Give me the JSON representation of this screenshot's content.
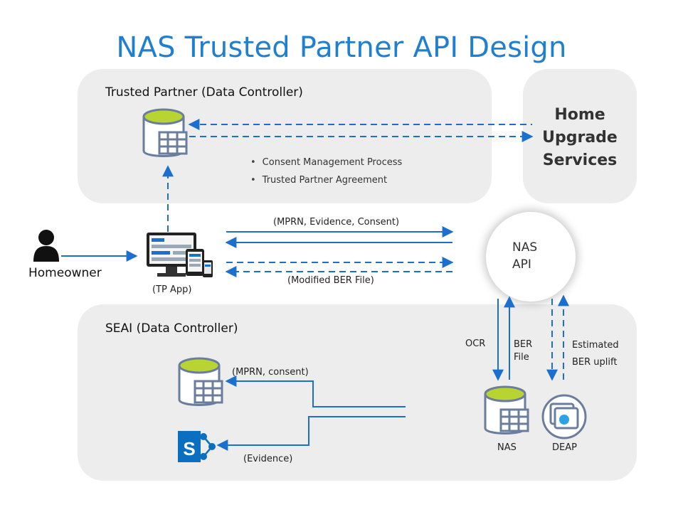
{
  "title": "NAS Trusted Partner API Design",
  "colors": {
    "accent": "#1a6fcf",
    "panel": "#ededed",
    "db_top": "#b8d432",
    "db_outline": "#6b7d9c",
    "sharepoint": "#0a6fc1"
  },
  "trusted_partner": {
    "title": "Trusted Partner (Data Controller)",
    "bullets": [
      "Consent Management Process",
      "Trusted Partner Agreement"
    ]
  },
  "home_upgrade": {
    "lines": [
      "Home",
      "Upgrade",
      "Services"
    ]
  },
  "homeowner": {
    "label": "Homeowner"
  },
  "tp_app": {
    "label": "(TP App)"
  },
  "flows": {
    "request": "(MPRN, Evidence, Consent)",
    "response": "(Modified BER File)"
  },
  "nas_api": {
    "lines": [
      "NAS",
      "API"
    ]
  },
  "seai": {
    "title": "SEAI  (Data Controller)",
    "mprn_consent": "(MPRN, consent)",
    "evidence": "(Evidence)",
    "ocr": "OCR",
    "ber_file": [
      "BER",
      "File"
    ],
    "estimated": [
      "Estimated",
      "BER uplift"
    ],
    "nas_label": "NAS",
    "deap_label": "DEAP"
  },
  "icons": [
    "database-icon",
    "user-icon",
    "desktop-app-icon",
    "sharepoint-icon",
    "deap-icon"
  ]
}
